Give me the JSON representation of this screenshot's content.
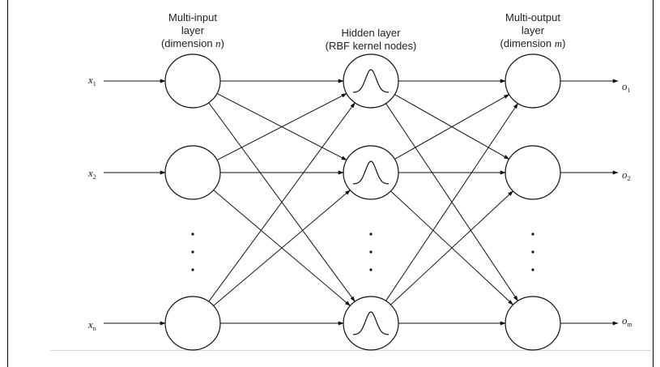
{
  "headings": {
    "input": {
      "line1": "Multi-input",
      "line2": "layer",
      "line3_prefix": "(dimension ",
      "line3_var": "n",
      "line3_suffix": ")"
    },
    "hidden": {
      "line1": "Hidden layer",
      "line2": "(RBF kernel nodes)"
    },
    "output": {
      "line1": "Multi-output",
      "line2": "layer",
      "line3_prefix": "(dimension ",
      "line3_var": "m",
      "line3_suffix": ")"
    }
  },
  "inputs": [
    {
      "base": "x",
      "sub": "1"
    },
    {
      "base": "x",
      "sub": "2"
    },
    {
      "base": "x",
      "sub": "n"
    }
  ],
  "outputs": [
    {
      "base": "o",
      "sub": "1"
    },
    {
      "base": "o",
      "sub": "2"
    },
    {
      "base": "o",
      "sub": "m"
    }
  ],
  "ellipsis": "⋮",
  "colors": {
    "stroke": "#111111",
    "text": "#222222"
  }
}
